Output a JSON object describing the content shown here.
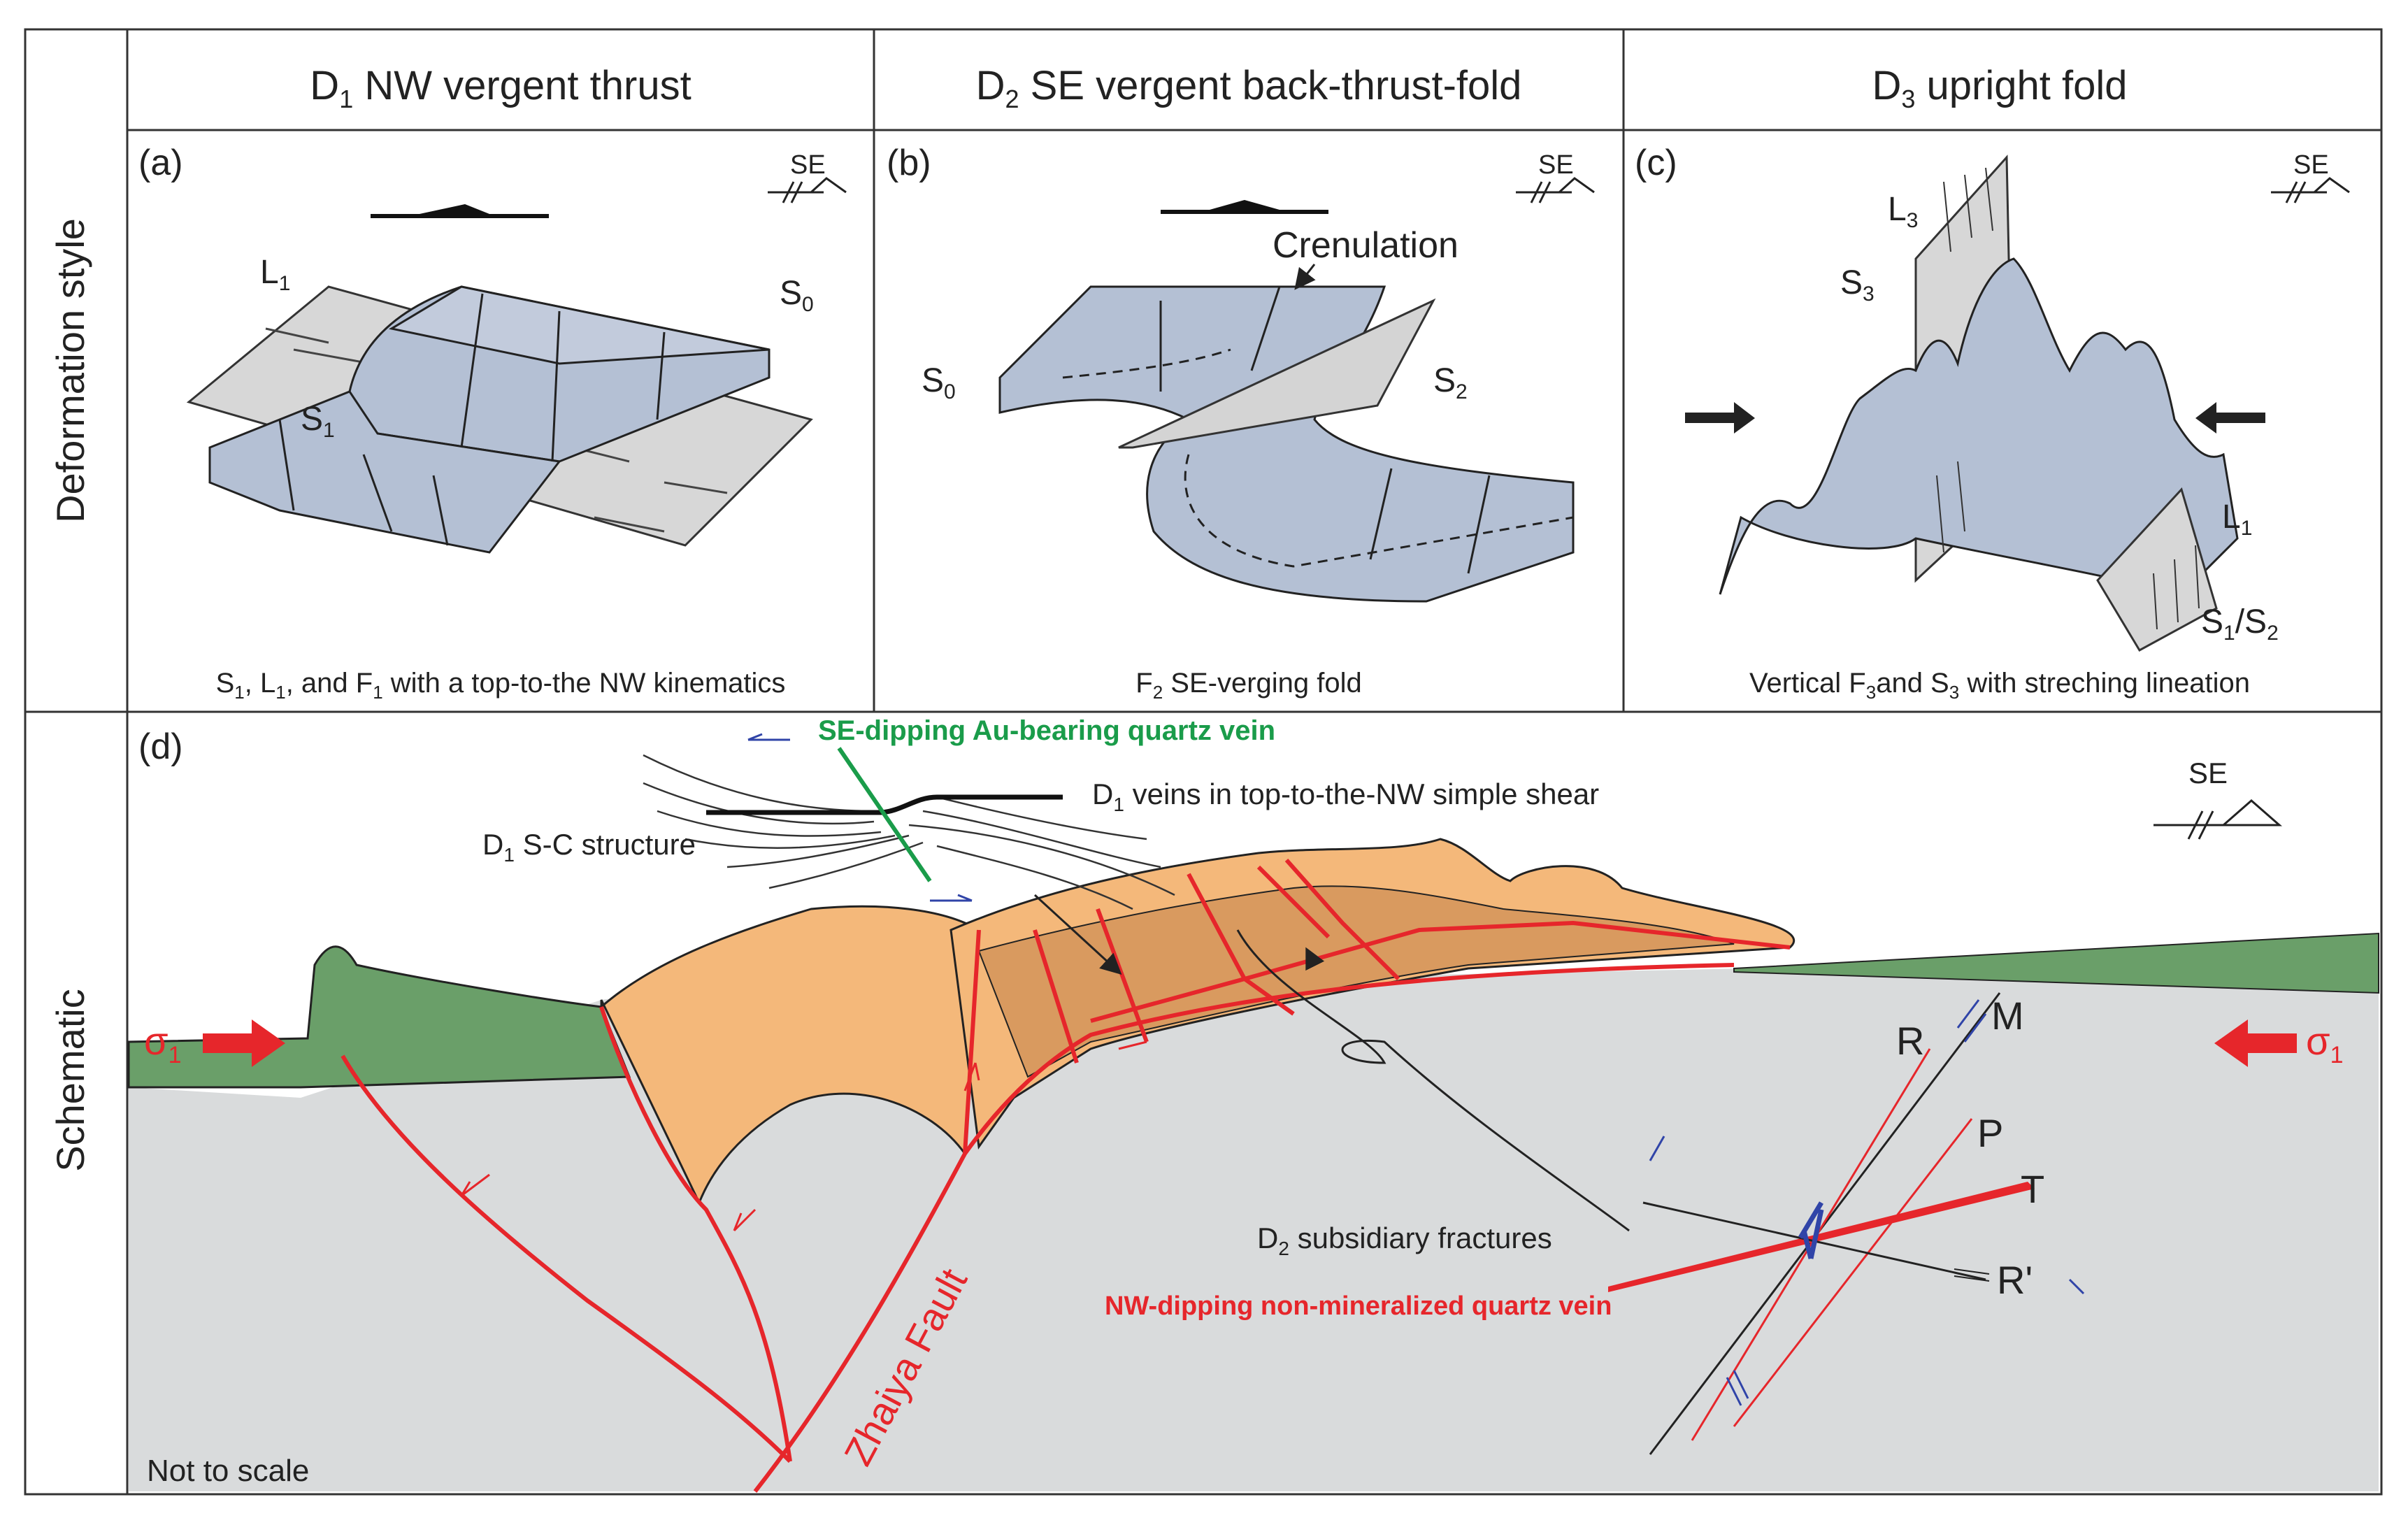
{
  "rows": {
    "deformation_style": "Deformation style",
    "schematic": "Schematic"
  },
  "headers": {
    "d1": {
      "sym": "D",
      "sub": "1",
      "text": " NW vergent thrust"
    },
    "d2": {
      "sym": "D",
      "sub": "2",
      "text": " SE vergent back-thrust-fold"
    },
    "d3": {
      "sym": "D",
      "sub": "3",
      "text": "  upright fold"
    }
  },
  "panels": {
    "a": {
      "label": "(a)",
      "compass": "SE",
      "labels": {
        "L": "L",
        "L_sub": "1",
        "S0": "S",
        "S0_sub": "0",
        "S1": "S",
        "S1_sub": "1"
      },
      "caption": [
        {
          "t": "S"
        },
        {
          "t": "1",
          "sub": true
        },
        {
          "t": ", L"
        },
        {
          "t": "1",
          "sub": true
        },
        {
          "t": ", and F"
        },
        {
          "t": "1",
          "sub": true
        },
        {
          "t": " with a top-to-the NW kinematics"
        }
      ]
    },
    "b": {
      "label": "(b)",
      "compass": "SE",
      "labels": {
        "crenulation": "Crenulation",
        "S0": "S",
        "S0_sub": "0",
        "S2": "S",
        "S2_sub": "2"
      },
      "caption": [
        {
          "t": "F"
        },
        {
          "t": "2",
          "sub": true
        },
        {
          "t": " SE-verging fold"
        }
      ]
    },
    "c": {
      "label": "(c)",
      "compass": "SE",
      "labels": {
        "L3": "L",
        "L3_sub": "3",
        "S3": "S",
        "S3_sub": "3",
        "L1": "L",
        "L1_sub": "1",
        "S12": "S",
        "S12_sub1": "1",
        "S12_mid": "/S",
        "S12_sub2": "2"
      },
      "caption": [
        {
          "t": "Vertical F"
        },
        {
          "t": "3",
          "sub": true
        },
        {
          "t": "and S"
        },
        {
          "t": "3",
          "sub": true
        },
        {
          "t": " with streching lineation"
        }
      ]
    },
    "d": {
      "label": "(d)",
      "compass": "SE",
      "vein_green": "SE-dipping Au-bearing quartz vein",
      "vein_red": "NW-dipping non-mineralized quartz vein",
      "d1_veins": {
        "sym": "D",
        "sub": "1",
        "text": "  veins in top-to-the-NW simple shear"
      },
      "d1_sc": {
        "sym": "D",
        "sub": "1",
        "text": "  S-C structure"
      },
      "d2_frac": {
        "sym": "D",
        "sub": "2",
        "text": "  subsidiary fractures"
      },
      "sigma": "σ",
      "sigma_sub": "1",
      "riedel": {
        "R": "R",
        "M": "M",
        "P": "P",
        "T": "T",
        "Rp": "R'"
      },
      "fault": "Zhaiya Fault",
      "scale_note": "Not to scale"
    }
  },
  "colors": {
    "slab": "#b4c0d4",
    "slab_stroke": "#2b2b2b",
    "plane": "#d7d7d7",
    "green": "#6a9f69",
    "orange": "#f4b87a",
    "orange_dark": "#d99a5f",
    "grey": "#d9dbdc",
    "red": "#e6262b",
    "vein_green": "#1a9c4a",
    "blue": "#3044a8"
  }
}
